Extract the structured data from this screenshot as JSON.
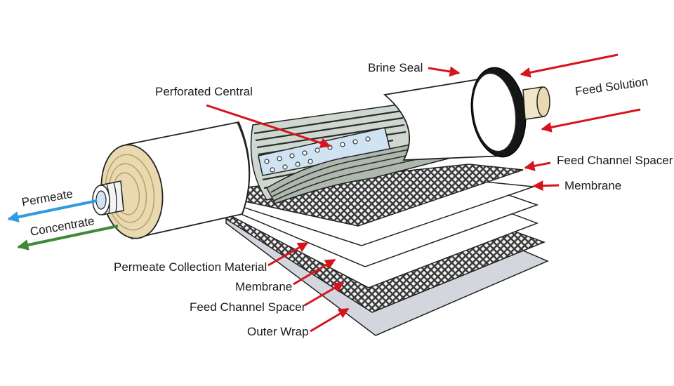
{
  "labels": {
    "brine_seal": "Brine Seal",
    "perforated_central": "Perforated Central",
    "feed_solution": "Feed Solution",
    "feed_channel_spacer_top": "Feed Channel Spacer",
    "membrane_top": "Membrane",
    "permeate": "Permeate",
    "concentrate": "Concentrate",
    "permeate_collection_material": "Permeate Collection Material",
    "membrane_bottom": "Membrane",
    "feed_channel_spacer_bottom": "Feed Channel Spacer",
    "outer_wrap": "Outer Wrap"
  },
  "colors": {
    "pointer_arrow": "#d7141c",
    "permeate_arrow": "#2f9be0",
    "concentrate_arrow": "#3f8a3a",
    "membrane_layer": "#ffffff",
    "spacer_layer": "#3a3a3a",
    "outer_wrap_layer": "#d4d6de",
    "end_cap": "#e9d9b0",
    "brine_seal": "#161616",
    "perforated_tube": "#cfe3f2"
  }
}
